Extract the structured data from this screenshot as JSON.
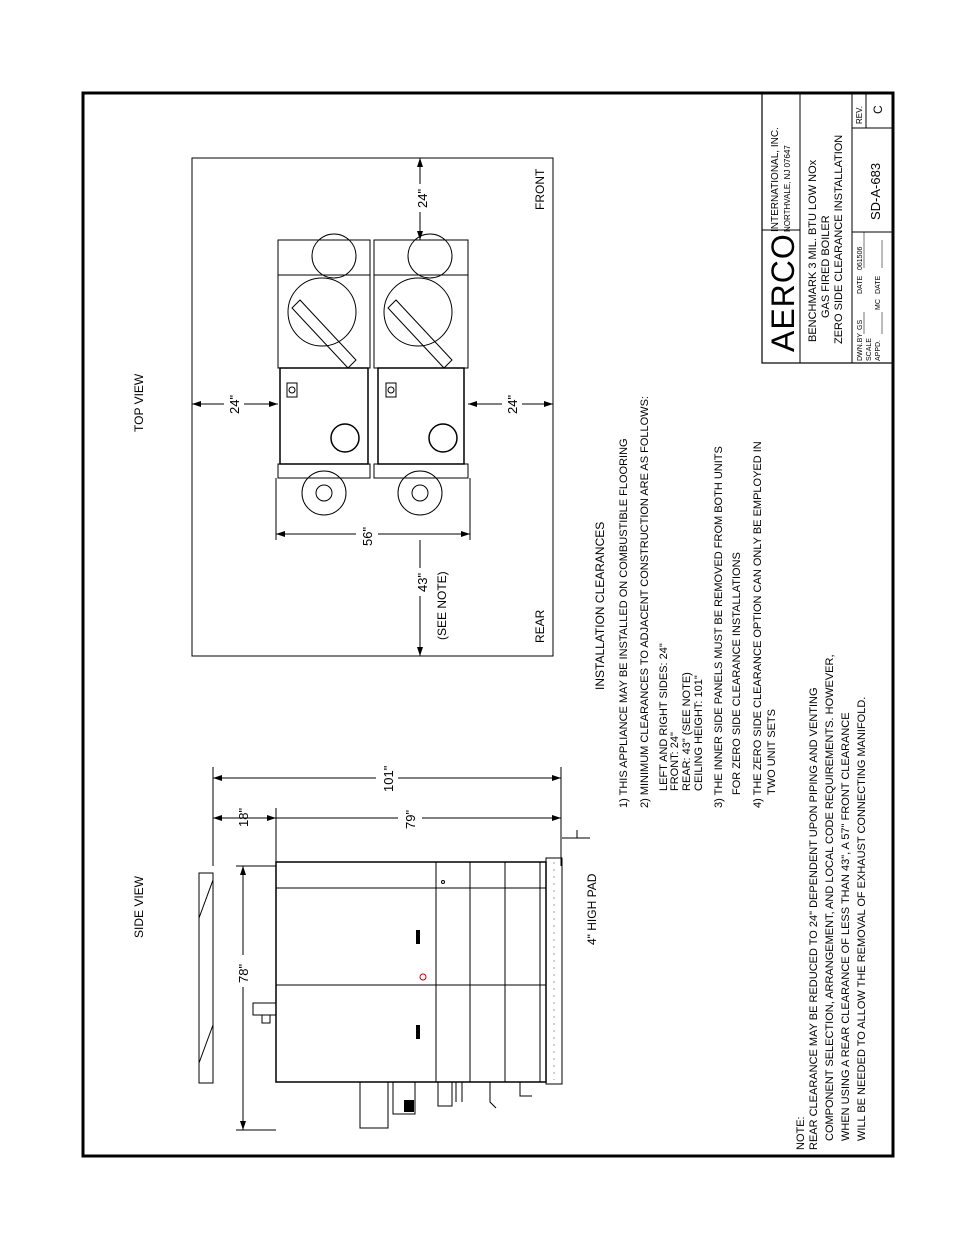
{
  "views": {
    "side_view_label": "SIDE VIEW",
    "top_view_label": "TOP VIEW"
  },
  "side_view_dims": {
    "overall": "101\"",
    "front_clearance": "18\"",
    "unit_length": "79\"",
    "height": "78\"",
    "pad": "4\" HIGH PAD"
  },
  "top_view_dims": {
    "front": "24\"",
    "left": "24\"",
    "right": "24\"",
    "width": "56\"",
    "rear": "43\"",
    "rear_note": "(SEE NOTE)",
    "front_label": "FRONT",
    "rear_label": "REAR"
  },
  "clearances": {
    "title": "INSTALLATION CLEARANCES",
    "lines": [
      "1) THIS APPLIANCE MAY BE INSTALLED ON COMBUSTIBLE FLOORING",
      "2) MINIMUM CLEARANCES TO ADJACENT CONSTRUCTION ARE AS FOLLOWS:",
      "LEFT AND RIGHT SIDES: 24\"",
      "FRONT: 24\"",
      "REAR: 43\" (SEE NOTE)",
      "CEILING HEIGHT: 101\"",
      "3) THE INNER SIDE PANELS MUST BE REMOVED FROM BOTH UNITS",
      "FOR ZERO SIDE CLEARANCE INSTALLATIONS",
      "4) THE ZERO SIDE CLEARANCE OPTION CAN ONLY BE EMPLOYED IN",
      "TWO UNIT SETS"
    ]
  },
  "note": {
    "label": "NOTE:",
    "lines": [
      "REAR CLEARANCE MAY BE REDUCED TO 24\" DEPENDENT UPON PIPING AND VENTING",
      "COMPONENT SELECTION, ARRANGEMENT, AND LOCAL CODE REQUIREMENTS.  HOWEVER,",
      "WHEN USING A REAR CLEARANCE OF LESS THAN 43\", A 57\" FRONT CLEARANCE",
      "WILL BE NEEDED TO ALLOW THE REMOVAL OF EXHAUST CONNECTING MANIFOLD."
    ]
  },
  "title_block": {
    "logo": "AERCO",
    "company": "INTERNATIONAL, INC.",
    "address": "NORTHVALE, NJ  07647",
    "title_lines": [
      "BENCHMARK 3 MIL. BTU LOW NOx",
      "GAS FIRED BOILER",
      "ZERO SIDE CLEARANCE INSTALLATION"
    ],
    "dwn_by_label": "DWN.BY",
    "dwn_by": "GS",
    "date_label": "DATE",
    "date": "061506",
    "scale_label": "SCALE",
    "appd_label": "APPD.",
    "appd": "MC",
    "date2_label": "DATE",
    "drawing_number": "SD-A-683",
    "rev_label": "REV.",
    "rev": "C"
  }
}
